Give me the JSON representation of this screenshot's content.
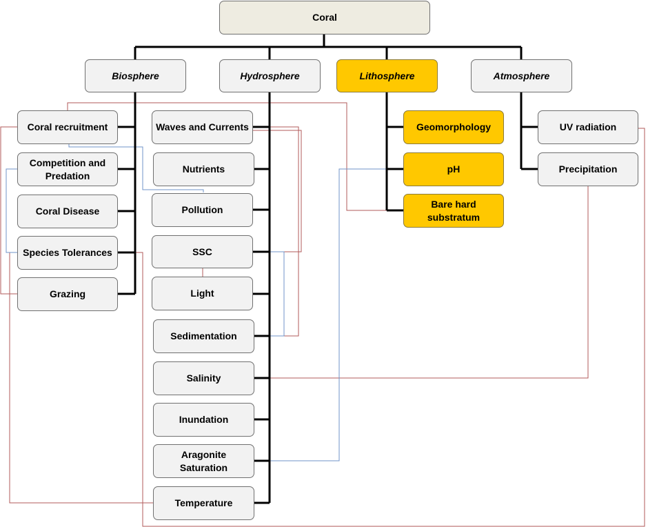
{
  "root": "Coral",
  "spheres": {
    "biosphere": "Biosphere",
    "hydrosphere": "Hydrosphere",
    "lithosphere": "Lithosphere",
    "atmosphere": "Atmosphere"
  },
  "biosphere_items": {
    "coral_recruitment": "Coral recruitment",
    "competition_predation": "Competition and Predation",
    "coral_disease": "Coral Disease",
    "species_tolerances": "Species Tolerances",
    "grazing": "Grazing"
  },
  "hydrosphere_items": {
    "waves_currents": "Waves and Currents",
    "nutrients": "Nutrients",
    "pollution": "Pollution",
    "ssc": "SSC",
    "light": "Light",
    "sedimentation": "Sedimentation",
    "salinity": "Salinity",
    "inundation": "Inundation",
    "aragonite_saturation": "Aragonite Saturation",
    "temperature": "Temperature"
  },
  "lithosphere_items": {
    "geomorphology": "Geomorphology",
    "ph": "pH",
    "bare_hard_substratum": "Bare hard substratum"
  },
  "atmosphere_items": {
    "uv_radiation": "UV radiation",
    "precipitation": "Precipitation"
  },
  "colors": {
    "tree": "#000000",
    "red_link": "#b05a5a",
    "blue_link": "#6f93c9",
    "highlight": "#ffc800"
  }
}
